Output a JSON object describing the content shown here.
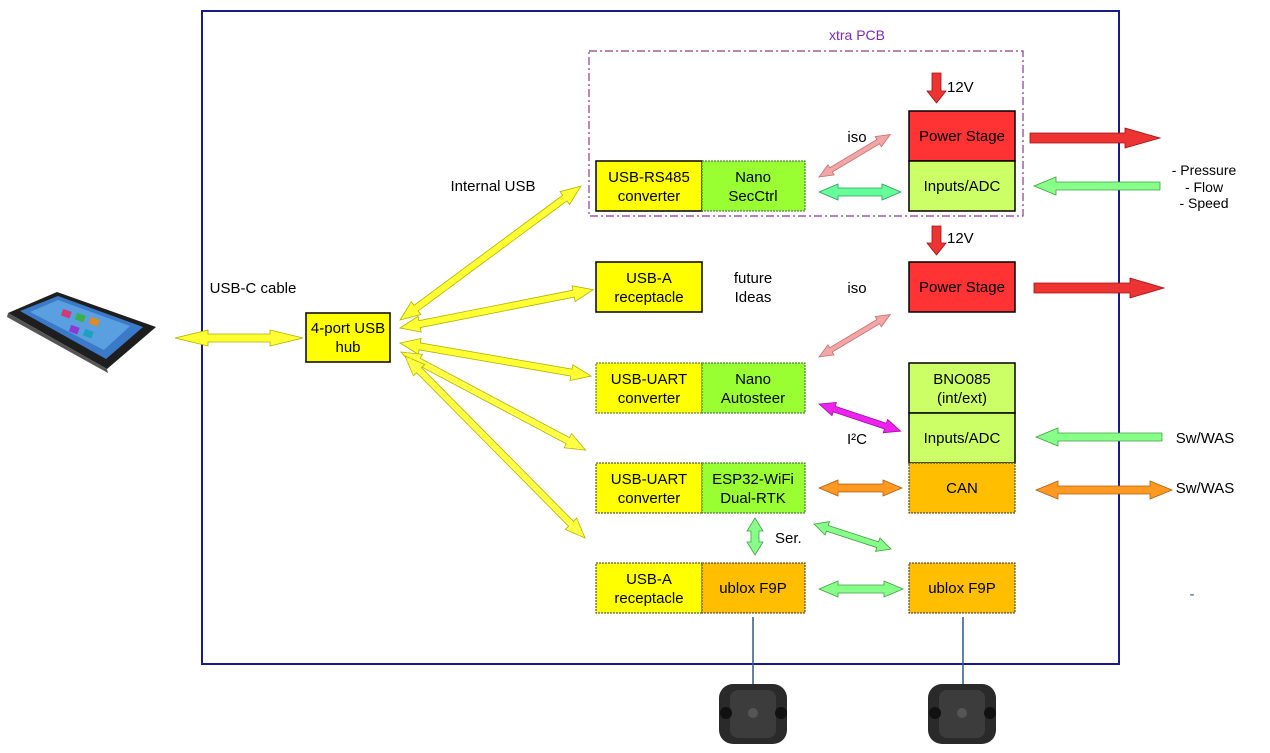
{
  "labels": {
    "xtra_pcb": "xtra PCB",
    "usb_c_cable": "USB-C cable",
    "internal_usb": "Internal USB",
    "future_line1": "future",
    "future_line2": "Ideas",
    "iso_top": "iso",
    "iso_mid": "iso",
    "v12_top": "12V",
    "v12_mid": "12V",
    "i2c": "I²C",
    "ser": "Ser.",
    "sensors_1": "- Pressure",
    "sensors_2": "- Flow",
    "sensors_3": "- Speed",
    "sw_was_1": "Sw/WAS",
    "sw_was_2": "Sw/WAS",
    "dash": "-"
  },
  "blocks": {
    "hub": {
      "line1": "4-port USB",
      "line2": "hub"
    },
    "rs485": {
      "line1": "USB-RS485",
      "line2": "converter"
    },
    "nano_sec": {
      "line1": "Nano",
      "line2": "SecCtrl"
    },
    "usba_top": {
      "line1": "USB-A",
      "line2": "receptacle"
    },
    "uart1": {
      "line1": "USB-UART",
      "line2": "converter"
    },
    "nano_auto": {
      "line1": "Nano",
      "line2": "Autosteer"
    },
    "uart2": {
      "line1": "USB-UART",
      "line2": "converter"
    },
    "esp32": {
      "line1": "ESP32-WiFi",
      "line2": "Dual-RTK"
    },
    "usba_bot": {
      "line1": "USB-A",
      "line2": "receptacle"
    },
    "f9p_left": {
      "line1": "ublox F9P"
    },
    "power_top": {
      "line1": "Power Stage"
    },
    "inputs_top": {
      "line1": "Inputs/ADC"
    },
    "power_mid": {
      "line1": "Power Stage"
    },
    "bno": {
      "line1": "BNO085",
      "line2": "(int/ext)"
    },
    "inputs_mid": {
      "line1": "Inputs/ADC"
    },
    "can": {
      "line1": "CAN"
    },
    "f9p_right": {
      "line1": "ublox F9P"
    }
  },
  "colors": {
    "yellow": "#ffff00",
    "green": "#99ff33",
    "light_green": "#ccff66",
    "red": "#ff3333",
    "orange": "#ffbf00",
    "pcb_border": "#1a1a8c",
    "xtra_pcb_text": "#7a2ab8"
  }
}
